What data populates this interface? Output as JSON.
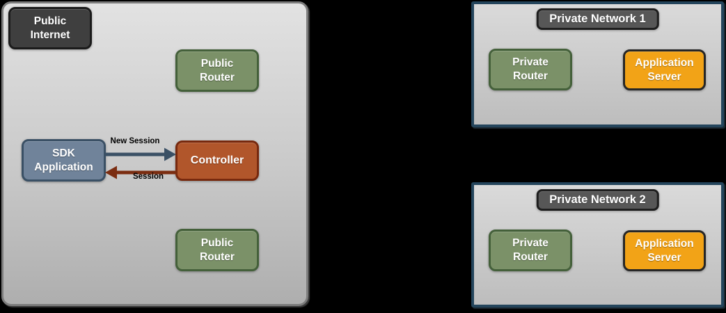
{
  "diagram": {
    "public_zone": {
      "badge_label": "Public\nInternet",
      "router_top_label": "Public\nRouter",
      "sdk_label": "SDK\nApplication",
      "controller_label": "Controller",
      "router_bottom_label": "Public\nRouter",
      "arrows": {
        "new_session_label": "New Session",
        "session_label": "Session"
      }
    },
    "private_networks": [
      {
        "title": "Private Network 1",
        "router_label": "Private\nRouter",
        "server_label": "Application\nServer"
      },
      {
        "title": "Private Network 2",
        "router_label": "Private\nRouter",
        "server_label": "Application\nServer"
      }
    ],
    "colors": {
      "canvas_background": "#000000",
      "public_zone_fill_top": "#e2e2e2",
      "public_zone_fill_bottom": "#aeaeae",
      "public_zone_border": "#7c7c7c",
      "private_zone_border": "#24455c",
      "dark_node_fill": "#3f3f3f",
      "green_node_fill": "#7b9168",
      "green_node_border": "#44603a",
      "blue_node_fill": "#70839a",
      "blue_node_border": "#3a5065",
      "rust_node_fill": "#b1562b",
      "rust_node_border": "#77290e",
      "orange_node_fill": "#f2a317",
      "title_badge_fill": "#575757",
      "new_session_arrow": "#3a5065",
      "session_arrow": "#7b2d11",
      "node_text": "#ffffff",
      "arrow_label_text": "#000000"
    }
  }
}
